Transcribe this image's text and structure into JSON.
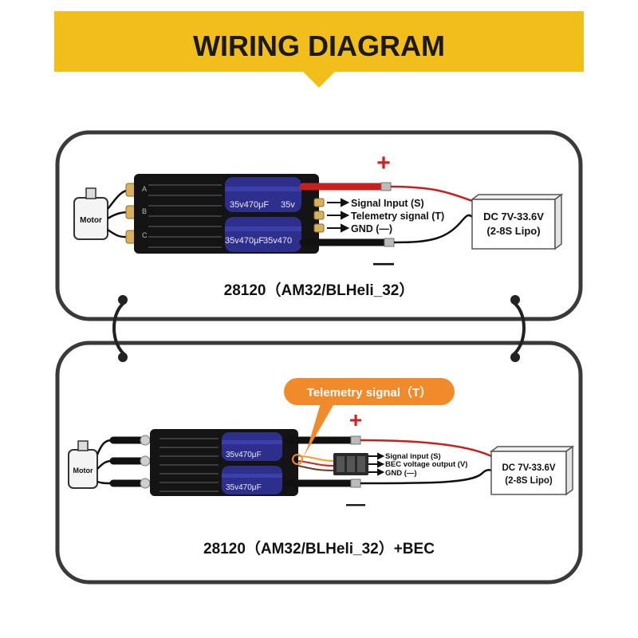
{
  "header": {
    "title": "WIRING DIAGRAM",
    "background": "#f2be1c"
  },
  "colors": {
    "panel_border": "#3a3a3a",
    "capacitor": "#2e2f8c",
    "positive_wire": "#c81f1f",
    "callout": "#f08a2b",
    "plus_sign": "#d32020"
  },
  "panel_top": {
    "caption": "28120（AM32/BLHeli_32）",
    "motor_label": "Motor",
    "phase_labels": [
      "A",
      "B",
      "C"
    ],
    "capacitor_labels": [
      "35v470μF",
      "35v",
      "35v470μF",
      "35v470"
    ],
    "signal_labels": [
      "Signal Input (S)",
      "Telemetry signal (T)",
      "GND (—)"
    ],
    "battery_line1": "DC 7V-33.6V",
    "battery_line2": "(2-8S Lipo)",
    "plus": "+",
    "minus": "—"
  },
  "panel_bottom": {
    "caption": "28120（AM32/BLHeli_32）+BEC",
    "callout": "Telemetry signal（T）",
    "motor_label": "Motor",
    "capacitor_labels": [
      "35v470μF",
      "35v470μF"
    ],
    "signal_labels": [
      "Signal input    (S)",
      "BEC voltage output (V)",
      "GND   (—)"
    ],
    "battery_line1": "DC 7V-33.6V",
    "battery_line2": "(2-8S Lipo)",
    "plus": "+",
    "minus": "—"
  }
}
